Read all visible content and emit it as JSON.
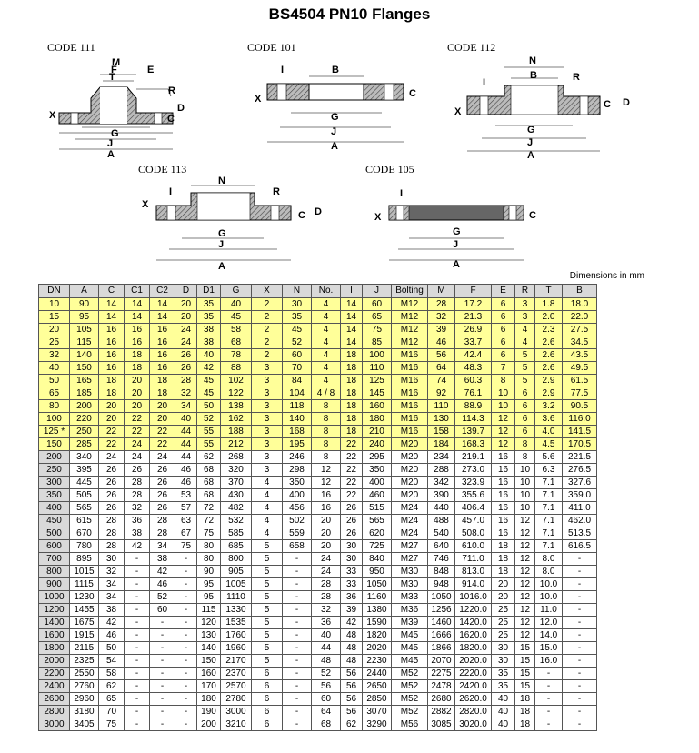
{
  "title": "BS4504 PN10 Flanges",
  "drawings": [
    {
      "code": "CODE 111"
    },
    {
      "code": "CODE 101"
    },
    {
      "code": "CODE 112"
    },
    {
      "code": "CODE 113"
    },
    {
      "code": "CODE 105"
    }
  ],
  "dim_letters": {
    "M": "M",
    "F": "F",
    "T": "T",
    "E": "E",
    "R": "R",
    "X": "X",
    "C": "C",
    "D": "D",
    "D1": "D",
    "G": "G",
    "J": "J",
    "A": "A",
    "I": "I",
    "B": "B",
    "C1": "C",
    "N": "N",
    "C2": "C"
  },
  "dimensions_note": "Dimensions in mm",
  "table": {
    "headers": [
      "DN",
      "A",
      "C",
      "C1",
      "C2",
      "D",
      "D1",
      "G",
      "X",
      "N",
      "No.",
      "I",
      "J",
      "Bolting",
      "M",
      "F",
      "E",
      "R",
      "T",
      "B"
    ],
    "highlight_rows": 12,
    "rows": [
      [
        "10",
        "90",
        "14",
        "14",
        "14",
        "20",
        "35",
        "40",
        "2",
        "30",
        "4",
        "14",
        "60",
        "M12",
        "28",
        "17.2",
        "6",
        "3",
        "1.8",
        "18.0"
      ],
      [
        "15",
        "95",
        "14",
        "14",
        "14",
        "20",
        "35",
        "45",
        "2",
        "35",
        "4",
        "14",
        "65",
        "M12",
        "32",
        "21.3",
        "6",
        "3",
        "2.0",
        "22.0"
      ],
      [
        "20",
        "105",
        "16",
        "16",
        "16",
        "24",
        "38",
        "58",
        "2",
        "45",
        "4",
        "14",
        "75",
        "M12",
        "39",
        "26.9",
        "6",
        "4",
        "2.3",
        "27.5"
      ],
      [
        "25",
        "115",
        "16",
        "16",
        "16",
        "24",
        "38",
        "68",
        "2",
        "52",
        "4",
        "14",
        "85",
        "M12",
        "46",
        "33.7",
        "6",
        "4",
        "2.6",
        "34.5"
      ],
      [
        "32",
        "140",
        "16",
        "18",
        "16",
        "26",
        "40",
        "78",
        "2",
        "60",
        "4",
        "18",
        "100",
        "M16",
        "56",
        "42.4",
        "6",
        "5",
        "2.6",
        "43.5"
      ],
      [
        "40",
        "150",
        "16",
        "18",
        "16",
        "26",
        "42",
        "88",
        "3",
        "70",
        "4",
        "18",
        "110",
        "M16",
        "64",
        "48.3",
        "7",
        "5",
        "2.6",
        "49.5"
      ],
      [
        "50",
        "165",
        "18",
        "20",
        "18",
        "28",
        "45",
        "102",
        "3",
        "84",
        "4",
        "18",
        "125",
        "M16",
        "74",
        "60.3",
        "8",
        "5",
        "2.9",
        "61.5"
      ],
      [
        "65",
        "185",
        "18",
        "20",
        "18",
        "32",
        "45",
        "122",
        "3",
        "104",
        "4 / 8",
        "18",
        "145",
        "M16",
        "92",
        "76.1",
        "10",
        "6",
        "2.9",
        "77.5"
      ],
      [
        "80",
        "200",
        "20",
        "20",
        "20",
        "34",
        "50",
        "138",
        "3",
        "118",
        "8",
        "18",
        "160",
        "M16",
        "110",
        "88.9",
        "10",
        "6",
        "3.2",
        "90.5"
      ],
      [
        "100",
        "220",
        "20",
        "22",
        "20",
        "40",
        "52",
        "162",
        "3",
        "140",
        "8",
        "18",
        "180",
        "M16",
        "130",
        "114.3",
        "12",
        "6",
        "3.6",
        "116.0"
      ],
      [
        "125 *",
        "250",
        "22",
        "22",
        "22",
        "44",
        "55",
        "188",
        "3",
        "168",
        "8",
        "18",
        "210",
        "M16",
        "158",
        "139.7",
        "12",
        "6",
        "4.0",
        "141.5"
      ],
      [
        "150",
        "285",
        "22",
        "24",
        "22",
        "44",
        "55",
        "212",
        "3",
        "195",
        "8",
        "22",
        "240",
        "M20",
        "184",
        "168.3",
        "12",
        "8",
        "4.5",
        "170.5"
      ],
      [
        "200",
        "340",
        "24",
        "24",
        "24",
        "44",
        "62",
        "268",
        "3",
        "246",
        "8",
        "22",
        "295",
        "M20",
        "234",
        "219.1",
        "16",
        "8",
        "5.6",
        "221.5"
      ],
      [
        "250",
        "395",
        "26",
        "26",
        "26",
        "46",
        "68",
        "320",
        "3",
        "298",
        "12",
        "22",
        "350",
        "M20",
        "288",
        "273.0",
        "16",
        "10",
        "6.3",
        "276.5"
      ],
      [
        "300",
        "445",
        "26",
        "28",
        "26",
        "46",
        "68",
        "370",
        "4",
        "350",
        "12",
        "22",
        "400",
        "M20",
        "342",
        "323.9",
        "16",
        "10",
        "7.1",
        "327.6"
      ],
      [
        "350",
        "505",
        "26",
        "28",
        "26",
        "53",
        "68",
        "430",
        "4",
        "400",
        "16",
        "22",
        "460",
        "M20",
        "390",
        "355.6",
        "16",
        "10",
        "7.1",
        "359.0"
      ],
      [
        "400",
        "565",
        "26",
        "32",
        "26",
        "57",
        "72",
        "482",
        "4",
        "456",
        "16",
        "26",
        "515",
        "M24",
        "440",
        "406.4",
        "16",
        "10",
        "7.1",
        "411.0"
      ],
      [
        "450",
        "615",
        "28",
        "36",
        "28",
        "63",
        "72",
        "532",
        "4",
        "502",
        "20",
        "26",
        "565",
        "M24",
        "488",
        "457.0",
        "16",
        "12",
        "7.1",
        "462.0"
      ],
      [
        "500",
        "670",
        "28",
        "38",
        "28",
        "67",
        "75",
        "585",
        "4",
        "559",
        "20",
        "26",
        "620",
        "M24",
        "540",
        "508.0",
        "16",
        "12",
        "7.1",
        "513.5"
      ],
      [
        "600",
        "780",
        "28",
        "42",
        "34",
        "75",
        "80",
        "685",
        "5",
        "658",
        "20",
        "30",
        "725",
        "M27",
        "640",
        "610.0",
        "18",
        "12",
        "7.1",
        "616.5"
      ],
      [
        "700",
        "895",
        "30",
        "-",
        "38",
        "-",
        "80",
        "800",
        "5",
        "-",
        "24",
        "30",
        "840",
        "M27",
        "746",
        "711.0",
        "18",
        "12",
        "8.0",
        "-"
      ],
      [
        "800",
        "1015",
        "32",
        "-",
        "42",
        "-",
        "90",
        "905",
        "5",
        "-",
        "24",
        "33",
        "950",
        "M30",
        "848",
        "813.0",
        "18",
        "12",
        "8.0",
        "-"
      ],
      [
        "900",
        "1115",
        "34",
        "-",
        "46",
        "-",
        "95",
        "1005",
        "5",
        "-",
        "28",
        "33",
        "1050",
        "M30",
        "948",
        "914.0",
        "20",
        "12",
        "10.0",
        "-"
      ],
      [
        "1000",
        "1230",
        "34",
        "-",
        "52",
        "-",
        "95",
        "1110",
        "5",
        "-",
        "28",
        "36",
        "1160",
        "M33",
        "1050",
        "1016.0",
        "20",
        "12",
        "10.0",
        "-"
      ],
      [
        "1200",
        "1455",
        "38",
        "-",
        "60",
        "-",
        "115",
        "1330",
        "5",
        "-",
        "32",
        "39",
        "1380",
        "M36",
        "1256",
        "1220.0",
        "25",
        "12",
        "11.0",
        "-"
      ],
      [
        "1400",
        "1675",
        "42",
        "-",
        "-",
        "-",
        "120",
        "1535",
        "5",
        "-",
        "36",
        "42",
        "1590",
        "M39",
        "1460",
        "1420.0",
        "25",
        "12",
        "12.0",
        "-"
      ],
      [
        "1600",
        "1915",
        "46",
        "-",
        "-",
        "-",
        "130",
        "1760",
        "5",
        "-",
        "40",
        "48",
        "1820",
        "M45",
        "1666",
        "1620.0",
        "25",
        "12",
        "14.0",
        "-"
      ],
      [
        "1800",
        "2115",
        "50",
        "-",
        "-",
        "-",
        "140",
        "1960",
        "5",
        "-",
        "44",
        "48",
        "2020",
        "M45",
        "1866",
        "1820.0",
        "30",
        "15",
        "15.0",
        "-"
      ],
      [
        "2000",
        "2325",
        "54",
        "-",
        "-",
        "-",
        "150",
        "2170",
        "5",
        "-",
        "48",
        "48",
        "2230",
        "M45",
        "2070",
        "2020.0",
        "30",
        "15",
        "16.0",
        "-"
      ],
      [
        "2200",
        "2550",
        "58",
        "-",
        "-",
        "-",
        "160",
        "2370",
        "6",
        "-",
        "52",
        "56",
        "2440",
        "M52",
        "2275",
        "2220.0",
        "35",
        "15",
        "-",
        "-"
      ],
      [
        "2400",
        "2760",
        "62",
        "-",
        "-",
        "-",
        "170",
        "2570",
        "6",
        "-",
        "56",
        "56",
        "2650",
        "M52",
        "2478",
        "2420.0",
        "35",
        "15",
        "-",
        "-"
      ],
      [
        "2600",
        "2960",
        "65",
        "-",
        "-",
        "-",
        "180",
        "2780",
        "6",
        "-",
        "60",
        "56",
        "2850",
        "M52",
        "2680",
        "2620.0",
        "40",
        "18",
        "-",
        "-"
      ],
      [
        "2800",
        "3180",
        "70",
        "-",
        "-",
        "-",
        "190",
        "3000",
        "6",
        "-",
        "64",
        "56",
        "3070",
        "M52",
        "2882",
        "2820.0",
        "40",
        "18",
        "-",
        "-"
      ],
      [
        "3000",
        "3405",
        "75",
        "-",
        "-",
        "-",
        "200",
        "3210",
        "6",
        "-",
        "68",
        "62",
        "3290",
        "M56",
        "3085",
        "3020.0",
        "40",
        "18",
        "-",
        "-"
      ]
    ]
  }
}
